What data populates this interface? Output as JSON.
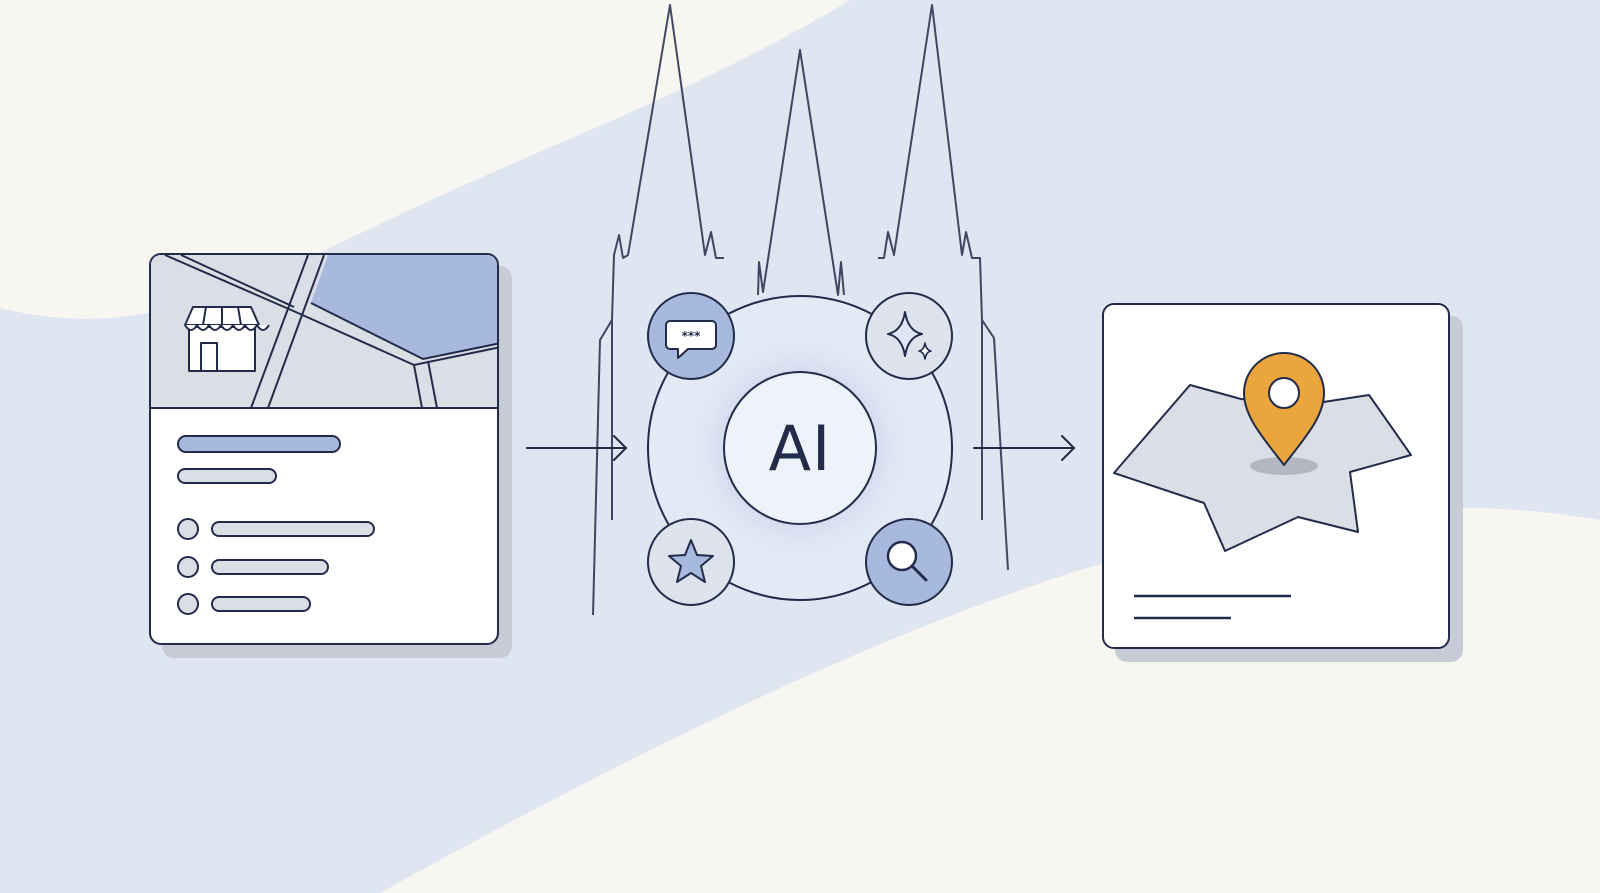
{
  "center": {
    "label": "AI"
  },
  "colors": {
    "background": "#f8f6f1",
    "band": "#dfe5f1",
    "outline": "#232b4a",
    "accent_blue": "#a7b9dd",
    "light_gray": "#d9dce3",
    "pin_orange": "#eaa53d",
    "card_shadow": "#c7cbd6"
  },
  "icons": {
    "listing": [
      "store-icon",
      "map-thumbnail"
    ],
    "orbit": [
      "chat-bubble-icon",
      "sparkle-icon",
      "star-icon",
      "search-icon"
    ],
    "result": [
      "map-icon",
      "location-pin-icon"
    ],
    "background": "cathedral-spires"
  }
}
